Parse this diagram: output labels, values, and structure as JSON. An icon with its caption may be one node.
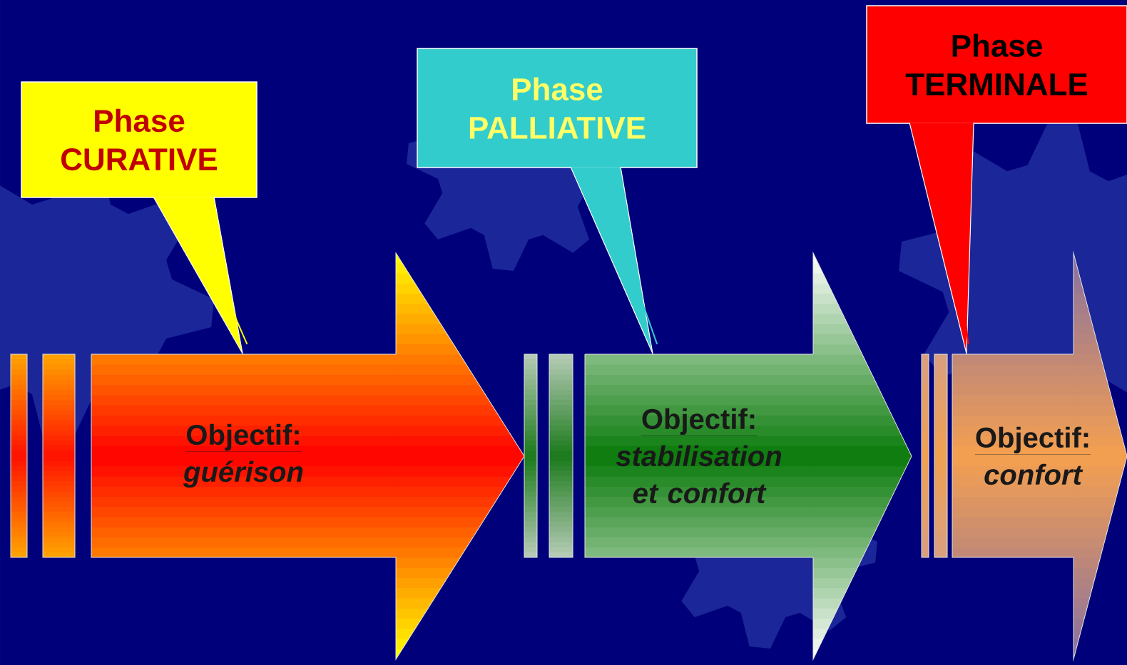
{
  "diagram": {
    "nodes": [
      {
        "text": [
          "Phase CURATIVE"
        ]
      },
      {
        "text": [
          "Phase PALLIATIVE"
        ]
      },
      {
        "text": [
          "Phase TERMINALE"
        ]
      },
      {
        "text": [
          "Objectif:",
          "guérison"
        ]
      },
      {
        "text": [
          "Objectif:",
          "stabilisation et confort"
        ]
      },
      {
        "text": [
          "Objectif:",
          "confort"
        ]
      }
    ],
    "edges": [
      {
        "from": 0,
        "to": 3,
        "arrow": "none",
        "color": "#ffff00"
      },
      {
        "from": 1,
        "to": 4,
        "arrow": "none",
        "color": "#33cccc"
      },
      {
        "from": 2,
        "to": 5,
        "arrow": "none",
        "color": "#ff0000"
      }
    ]
  }
}
